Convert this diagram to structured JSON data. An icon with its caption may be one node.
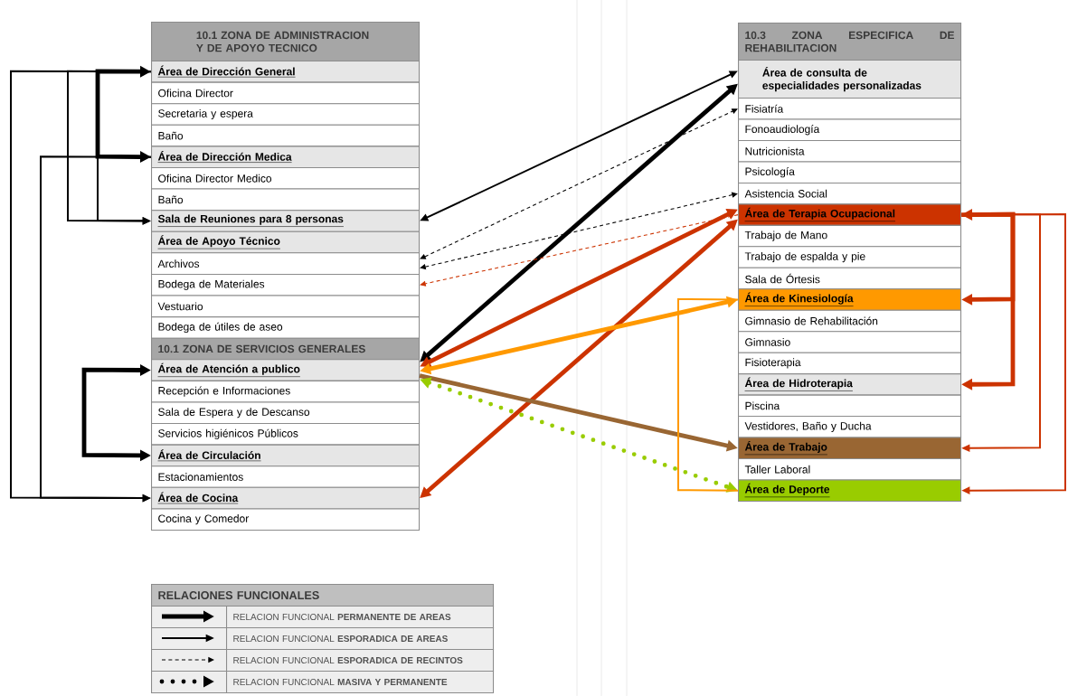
{
  "diagram": {
    "nodes": [
      {
        "text": [
          "10.1 ZONA DE ADMINISTRACION Y DE APOYO TECNICO"
        ]
      },
      {
        "text": [
          "Área de Dirección General"
        ]
      },
      {
        "text": [
          "Oficina Director"
        ]
      },
      {
        "text": [
          "Secretaria y espera"
        ]
      },
      {
        "text": [
          "Baño"
        ]
      },
      {
        "text": [
          "Área de Dirección Medica"
        ]
      },
      {
        "text": [
          "Oficina Director Medico"
        ]
      },
      {
        "text": [
          "Baño"
        ]
      },
      {
        "text": [
          "Sala de Reuniones para 8 personas"
        ]
      },
      {
        "text": [
          "Área de Apoyo Técnico"
        ]
      },
      {
        "text": [
          "Archivos"
        ]
      },
      {
        "text": [
          "Bodega de Materiales"
        ]
      },
      {
        "text": [
          "Vestuario"
        ]
      },
      {
        "text": [
          "Bodega de útiles de aseo"
        ]
      },
      {
        "text": [
          "10.1 ZONA DE SERVICIOS GENERALES"
        ]
      },
      {
        "text": [
          "Área de Atención a publico"
        ]
      },
      {
        "text": [
          "Recepción e Informaciones"
        ]
      },
      {
        "text": [
          "Sala de Espera y de Descanso"
        ]
      },
      {
        "text": [
          "Servicios higiénicos Públicos"
        ]
      },
      {
        "text": [
          "Área de Circulación"
        ]
      },
      {
        "text": [
          "Estacionamientos"
        ]
      },
      {
        "text": [
          "Área de Cocina"
        ]
      },
      {
        "text": [
          "Cocina y Comedor"
        ]
      },
      {
        "text": [
          "10.3 ZONA ESPECIFICA DE REHABILITACION"
        ]
      },
      {
        "text": [
          "Área de consulta de especialidades personalizadas"
        ]
      },
      {
        "text": [
          "Fisiatría"
        ]
      },
      {
        "text": [
          "Fonoaudiología"
        ]
      },
      {
        "text": [
          "Nutricionista"
        ]
      },
      {
        "text": [
          "Psicología"
        ]
      },
      {
        "text": [
          "Asistencia Social"
        ]
      },
      {
        "text": [
          "Área de Terapia Ocupacional"
        ]
      },
      {
        "text": [
          "Trabajo de Mano"
        ]
      },
      {
        "text": [
          "Trabajo de espalda y pie"
        ]
      },
      {
        "text": [
          "Sala de Órtesis"
        ]
      },
      {
        "text": [
          "Área de Kinesiología"
        ]
      },
      {
        "text": [
          "Gimnasio de Rehabilitación"
        ]
      },
      {
        "text": [
          "Gimnasio"
        ]
      },
      {
        "text": [
          "Fisioterapia"
        ]
      },
      {
        "text": [
          "Área de Hidroterapia"
        ]
      },
      {
        "text": [
          "Piscina"
        ]
      },
      {
        "text": [
          "Vestidores, Baño y Ducha"
        ]
      },
      {
        "text": [
          "Área de Trabajo"
        ]
      },
      {
        "text": [
          "Taller Laboral"
        ]
      },
      {
        "text": [
          "Área de Deporte"
        ]
      }
    ],
    "edges": [
      {
        "from": 1,
        "to": 5,
        "arrow": "both",
        "style": "thick"
      },
      {
        "from": 1,
        "to": 8,
        "arrow": "to"
      },
      {
        "from": 5,
        "to": 8,
        "arrow": "to"
      },
      {
        "from": 1,
        "to": 21,
        "arrow": "to"
      },
      {
        "from": 5,
        "to": 21,
        "arrow": "to"
      },
      {
        "from": 15,
        "to": 19,
        "arrow": "both",
        "style": "thick"
      },
      {
        "from": 8,
        "to": 24,
        "arrow": "both"
      },
      {
        "from": 15,
        "to": 24,
        "arrow": "both",
        "style": "thick"
      },
      {
        "from": 10,
        "to": 25,
        "arrow": "both",
        "style": "dashed"
      },
      {
        "from": 10,
        "to": 29,
        "arrow": "both",
        "style": "dashed"
      },
      {
        "from": 30,
        "to": 11,
        "arrow": "to",
        "style": "dashed",
        "color": "#cc3300"
      },
      {
        "from": 15,
        "to": 30,
        "arrow": "both",
        "style": "thick",
        "color": "#cc3300"
      },
      {
        "from": 21,
        "to": 30,
        "arrow": "both",
        "style": "thick",
        "color": "#cc3300"
      },
      {
        "from": 15,
        "to": 34,
        "arrow": "both",
        "style": "thick",
        "color": "#ff9900"
      },
      {
        "from": 15,
        "to": 41,
        "arrow": "to",
        "style": "thick",
        "color": "#996633"
      },
      {
        "from": 15,
        "to": 43,
        "arrow": "both",
        "style": "dashed",
        "color": "#99cc00"
      },
      {
        "from": 30,
        "to": 34,
        "arrow": "both",
        "style": "thick",
        "color": "#cc3300"
      },
      {
        "from": 30,
        "to": 38,
        "arrow": "to",
        "style": "thick",
        "color": "#cc3300"
      },
      {
        "from": 30,
        "to": 41,
        "arrow": "to",
        "color": "#cc3300"
      },
      {
        "from": 30,
        "to": 43,
        "arrow": "to",
        "color": "#cc3300"
      },
      {
        "from": 34,
        "to": 43,
        "arrow": "none",
        "color": "#ff9900"
      }
    ],
    "labels": [
      "RELACIONES FUNCIONALES"
    ],
    "legend": [
      {
        "text": "RELACION FUNCIONAL **PERMANENTE DE AREAS**"
      },
      {
        "text": "RELACION FUNCIONAL **ESPORADICA DE AREAS**"
      },
      {
        "text": "RELACION FUNCIONAL **ESPORADICA DE RECINTOS**"
      },
      {
        "text": "RELACION FUNCIONAL **MASIVA Y PERMANENTE**"
      }
    ]
  }
}
